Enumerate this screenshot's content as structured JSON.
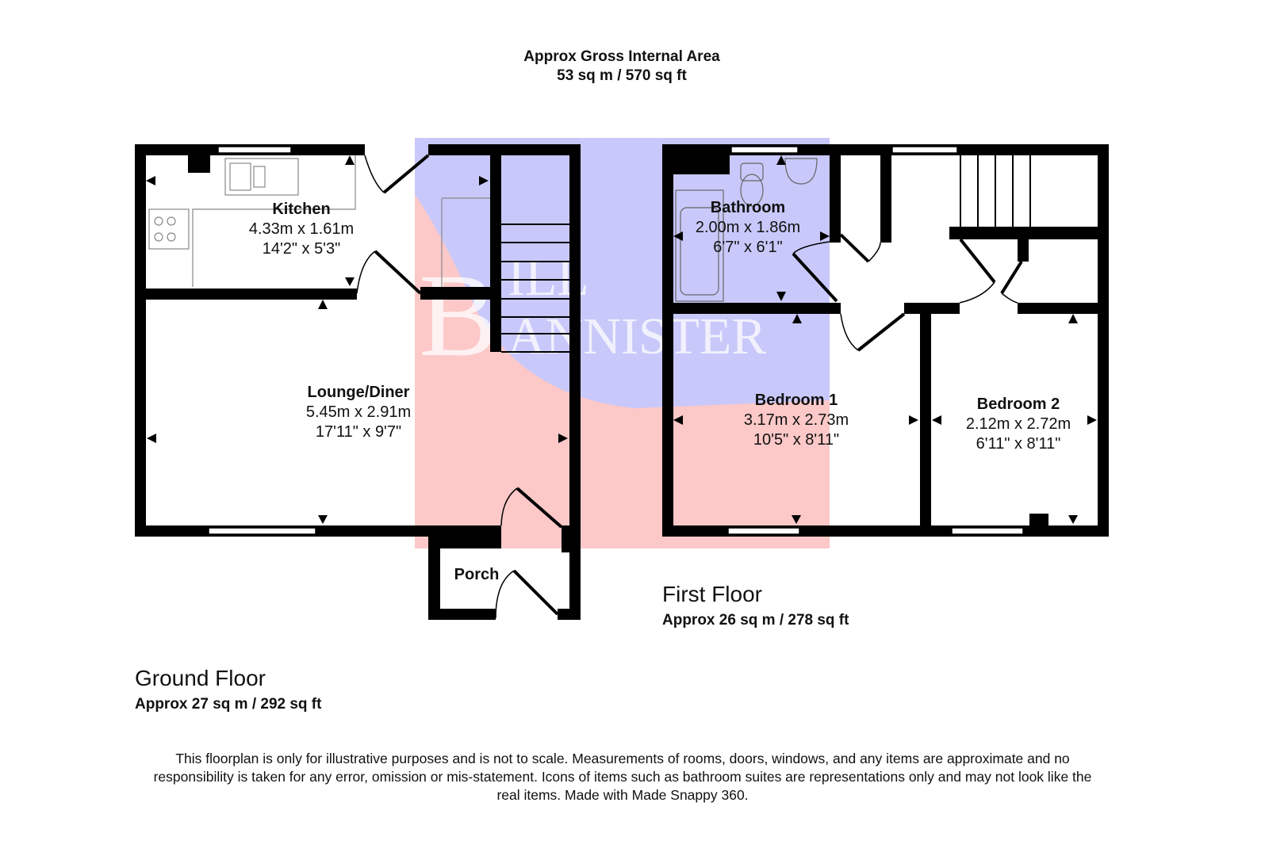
{
  "header": {
    "title": "Approx Gross Internal Area",
    "area": "53 sq m / 570 sq ft"
  },
  "watermark": {
    "text_line1": "BILL",
    "text_line2": "BANNISTER",
    "colors": {
      "blue": "#c8c8fa",
      "pink": "#fcc8c8"
    }
  },
  "ground_floor": {
    "name": "Ground Floor",
    "area": "Approx 27 sq m / 292 sq ft",
    "rooms": [
      {
        "name": "Kitchen",
        "metric": "4.33m x 1.61m",
        "imperial": "14'2\" x 5'3\""
      },
      {
        "name": "Lounge/Diner",
        "metric": "5.45m x 2.91m",
        "imperial": "17'11\" x 9'7\""
      },
      {
        "name": "Porch"
      }
    ]
  },
  "first_floor": {
    "name": "First Floor",
    "area": "Approx 26 sq m / 278 sq ft",
    "rooms": [
      {
        "name": "Bathroom",
        "metric": "2.00m x 1.86m",
        "imperial": "6'7\" x 6'1\""
      },
      {
        "name": "Bedroom 1",
        "metric": "3.17m x 2.73m",
        "imperial": "10'5\" x 8'11\""
      },
      {
        "name": "Bedroom 2",
        "metric": "2.12m x 2.72m",
        "imperial": "6'11\" x 8'11\""
      }
    ]
  },
  "disclaimer": "This floorplan is only for illustrative purposes and is not to scale. Measurements of rooms, doors, windows, and any items are approximate and no responsibility is taken for any error, omission or mis-statement. Icons of items such as bathroom suites are representations only and may not look like the real items. Made with Made Snappy 360."
}
